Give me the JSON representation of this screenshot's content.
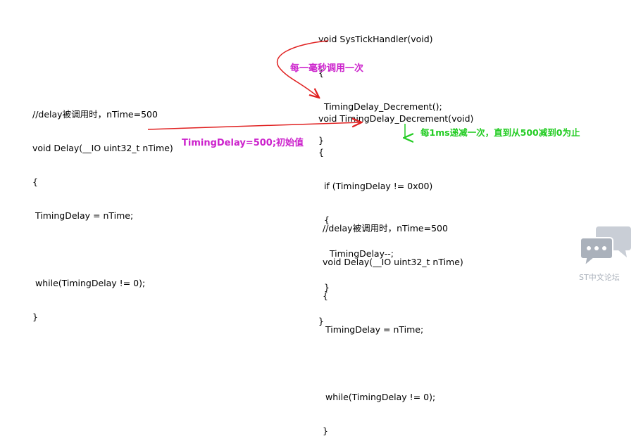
{
  "systick_block": {
    "lines": [
      "void SysTickHandler(void)",
      "{",
      "  TimingDelay_Decrement();",
      "}"
    ]
  },
  "decrement_block": {
    "lines": [
      "void TimingDelay_Decrement(void)",
      "{",
      "  if (TimingDelay != 0x00)",
      "  {",
      "    TimingDelay--;",
      "  }",
      "}"
    ]
  },
  "delay_block_left": {
    "lines": [
      "//delay被调用时，nTime=500",
      "void Delay(__IO uint32_t nTime)",
      "{",
      " TimingDelay = nTime;",
      "",
      " while(TimingDelay != 0);",
      "}"
    ]
  },
  "delay_block_bottom": {
    "lines": [
      "//delay被调用时，nTime=500",
      "void Delay(__IO uint32_t nTime)",
      "{",
      " TimingDelay = nTime;",
      "",
      " while(TimingDelay != 0);",
      "}"
    ]
  },
  "annotations": {
    "per_ms_call": "每一毫秒调用一次",
    "init_value": "TimingDelay=500;初始值",
    "decrement_note": "每1ms递减一次，直到从500减到0为止"
  },
  "colors": {
    "arrow_red": "#e02020",
    "magenta": "#cc22cc",
    "green": "#22cc22",
    "watermark_gray": "#c9ced6"
  },
  "watermark": {
    "label": "ST中文论坛",
    "icon": "chat-bubbles-icon"
  }
}
